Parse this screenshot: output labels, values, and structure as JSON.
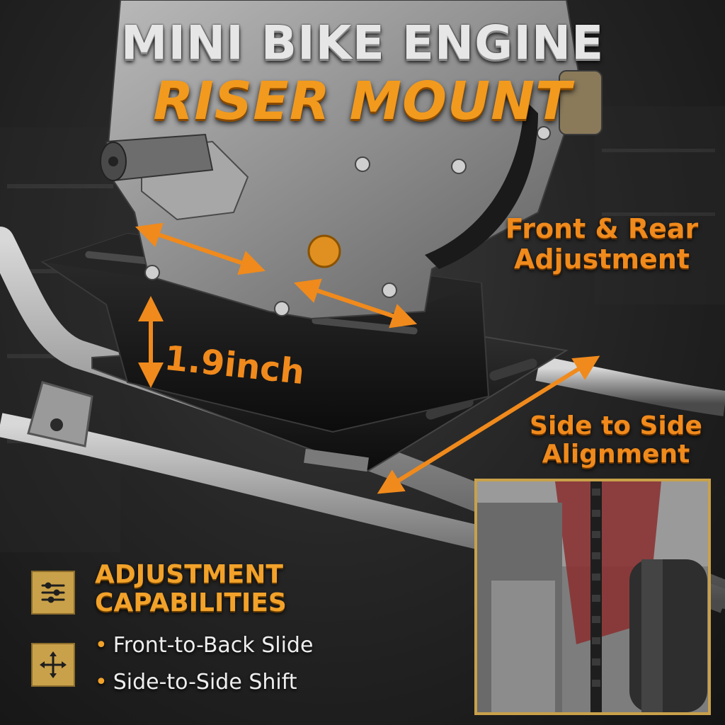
{
  "title": {
    "line1": "MINI BIKE ENGINE",
    "line2": "RISER MOUNT"
  },
  "callouts": {
    "front_rear": [
      "Front & Rear",
      "Adjustment"
    ],
    "side_to_side": [
      "Side to Side",
      "Alignment"
    ],
    "height": "1.9inch"
  },
  "capabilities": {
    "heading": [
      "ADJUSTMENT",
      "CAPABILITIES"
    ],
    "features": [
      "Front-to-Back Slide",
      "Side-to-Side Shift"
    ],
    "icons": [
      "sliders-icon",
      "move-arrows-icon"
    ]
  },
  "colors": {
    "accent_orange": "#f08a1c",
    "gold": "#c9a14a",
    "title_silver": "#e6e6e6"
  }
}
